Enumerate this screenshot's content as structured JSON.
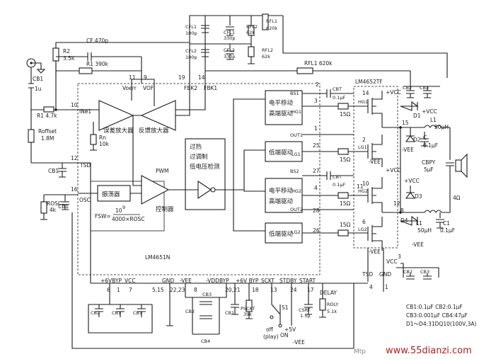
{
  "ic": {
    "driver": "LM4651N",
    "output": "LM4652TF"
  },
  "blocks": {
    "error_amp": "误差放大器",
    "feedback_amp": "反馈放大器",
    "oscillator": "振荡器",
    "pwm": "PWM",
    "pwm_ctrl": "控制器",
    "protect_1": "过热",
    "protect_2": "过调制",
    "protect_3": "低电压检测",
    "hs_driver_1_a": "电平移动",
    "hs_driver_1_b": "高端驱动",
    "ls_driver_1": "低端驱动",
    "hs_driver_2_a": "电平移动",
    "hs_driver_2_b": "高端驱动",
    "ls_driver_2": "低端驱动"
  },
  "fsw": {
    "lhs": "FSW=",
    "num": "10",
    "exp": "9",
    "den": "4000×ROSC"
  },
  "components": {
    "cf": "CF 470p",
    "r1": "R1 390k",
    "r2a": "R2",
    "r2b": "3.5k",
    "cb1_in": "CB1",
    "cb1_in_v": "1u",
    "r1_in": "R1 4.7k",
    "roffset": "Roffset",
    "roffset_v": "1.8M",
    "rn": "Rn",
    "rn_v": "10k",
    "cb1_tsd": "CB1",
    "rosc": "ROSC",
    "rosc_v": "4k",
    "cb1_osc": "CB1",
    "cfl1_top": "CFL1",
    "cfl1_top_v": "100p",
    "cfl2_top": "CFL2",
    "cfl2_top_v": "100p",
    "cfl1_mid": "CFL1",
    "cfl1_mid_v": "330p",
    "cfl2_mid": "CFL2",
    "cfl2_mid_v": "330p",
    "rfl1_top": "RFL1",
    "rfl1_top_v": "620k",
    "rfl2_top": "RFL2",
    "rfl2_top_v": "62k",
    "rfl2_mid": "RFL2",
    "rfl2_mid_v": "62k",
    "rfl1_long": "RFL1 620k",
    "cbt1": "CBT",
    "cbt1_v": "0.1μF",
    "cbt2": "CBT",
    "cbt2_v": "0.1μF",
    "r15_1": "15Ω",
    "r15_2": "15Ω",
    "r15_3": "15Ω",
    "r15_4": "15Ω",
    "cb2_top": "CB2",
    "cb3_top": "CB3",
    "cb2_bot": "CB2",
    "cb3_bot": "CB3",
    "d1": "D1",
    "d2": "D2",
    "d3": "D3",
    "d4": "D4",
    "l1_top": "L1",
    "l1_top_v": "50μH",
    "c_top": "C",
    "c_top_v": "0.1μF",
    "cbpy": "CBPY",
    "cbpy_v": "5μF",
    "l1_bot": "L1",
    "l1_bot_v": "50μH",
    "c1_bot": "C1",
    "c1_bot_v": "0.1μF",
    "load": "4Ω",
    "cb2_b1": "CB2",
    "cb1_b1": "CB1",
    "cb1_b2": "CB1",
    "cb3_b": "CB3",
    "cb2_b2": "CB2",
    "cb4_b": "CB4",
    "cb1_b3": "CB1",
    "psckt": "PSCKT",
    "psckt_v": "39k",
    "s1": "S1",
    "csrt": "CSRT",
    "csrt_v": "1.5μ",
    "rdly": "RDLY",
    "rdly_v": "5.1k"
  },
  "pins": {
    "voerr": "Voerr",
    "vof": "VOF",
    "fbk2": "FBK2",
    "fbk1": "FBK1",
    "ine1": "INe1",
    "tsd_l": "TSD",
    "osc": "OSC",
    "n11": "11",
    "n9": "9",
    "n19": "19",
    "n14a": "14",
    "n10": "10",
    "n12": "12",
    "n16": "16",
    "bs1": "BS1",
    "hg1": "HG1",
    "out1": "OUT1",
    "lg1": "LG1",
    "bs2": "BS2",
    "hg2": "HG2",
    "out2": "OUT2",
    "lg2": "LG2",
    "n2": "2",
    "n3": "3",
    "n1": "1",
    "n25": "25",
    "n27": "27",
    "n4": "4",
    "n28": "28",
    "n26": "26",
    "p14": "14",
    "p15": "15",
    "p2": "2",
    "p11": "11",
    "p10": "10",
    "p12": "12",
    "p8": "8",
    "p6": "6",
    "p3": "3",
    "phg1": "HG1",
    "plg1": "LG1",
    "phg2": "HG2",
    "plg2": "LG2",
    "tsd_r": "TSD",
    "gnd_r": "GND",
    "n4b": "4",
    "n1b": "1",
    "plus_vcc1": "+VCC",
    "plus_vcc2": "+VCC",
    "minus_vee1": "-VEE",
    "minus_vee2": "-VEE",
    "d_plus_vcc": "+VCC",
    "d_minus_vee": "-VEE",
    "d_plus_vcc2": "+VCC",
    "d_minus_vee2": "-VEE",
    "vcc_r": "VCC",
    "b6vbyp": "+6VBYP",
    "vcc_b": "VCC",
    "gnd_b": "GND",
    "vee_b": "-VEE",
    "vddbyp": "-VDDBYP",
    "b6vbyp2": "+6V BYP",
    "sckt": "SCKT",
    "stdby": "STDBY",
    "start": "START",
    "delay": "DELAY",
    "bn6": "6",
    "bn1": "1",
    "bn7": "7",
    "bn515": "5,15",
    "bn2223": "22,23",
    "bn8": "8",
    "bn2021": "20,21",
    "bn18": "18",
    "bn13": "13",
    "bn24": "24",
    "bn17": "17",
    "off": "off",
    "play": "(play)",
    "on": "ON",
    "plus5": "+5V",
    "minusvee_b": "-VEE"
  },
  "notes": {
    "n1": "CB1:0.1μF   CB2:0.1μF",
    "n2": "CB3:0.001μF   CB4:47μF",
    "n3": "D1～D4:31DQ10(100V,3A)"
  },
  "watermark": {
    "site": "www.55dianzi.com",
    "tag": "Mtp"
  }
}
